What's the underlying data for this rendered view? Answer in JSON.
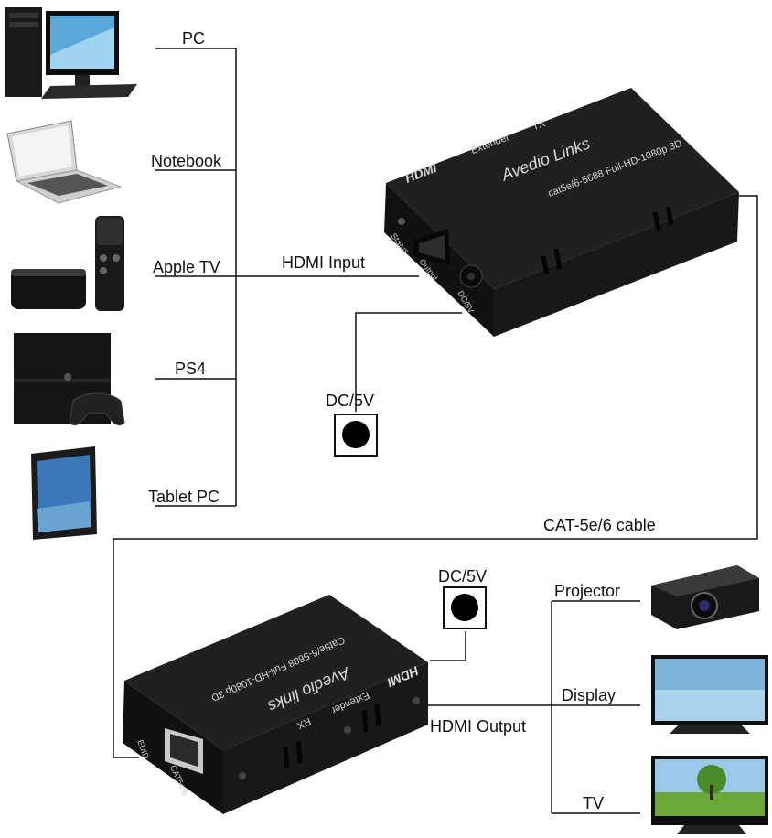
{
  "sources": {
    "pc": "PC",
    "notebook": "Notebook",
    "apple_tv": "Apple TV",
    "ps4": "PS4",
    "tablet_pc": "Tablet PC"
  },
  "links": {
    "hdmi_input": "HDMI Input",
    "hdmi_output": "HDMI Output",
    "cable": "CAT-5e/6 cable"
  },
  "power": {
    "tx_label": "DC/5V",
    "rx_label": "DC/5V"
  },
  "displays": {
    "projector": "Projector",
    "display": "Display",
    "tv": "TV"
  },
  "transmitter": {
    "logo": "HDMI",
    "product": "Extender",
    "role": "TX",
    "brand": "Avedio Links",
    "model": "cat5e/6-5688 Full-HD-1080p 3D",
    "port_status": "Status",
    "port_output": "Output",
    "port_dc": "DC/5V"
  },
  "receiver": {
    "logo": "HDMI",
    "product": "Extender",
    "role": "RX",
    "brand": "Avedio links",
    "model": "Cat5e/6-5688 Full-HD-1080p 3D",
    "port_edid": "EDID",
    "port_cat": "CAT5e/6"
  },
  "colors": {
    "device_body": "#1c1c1e",
    "device_text": "#d8d8d8",
    "line": "#111111"
  }
}
